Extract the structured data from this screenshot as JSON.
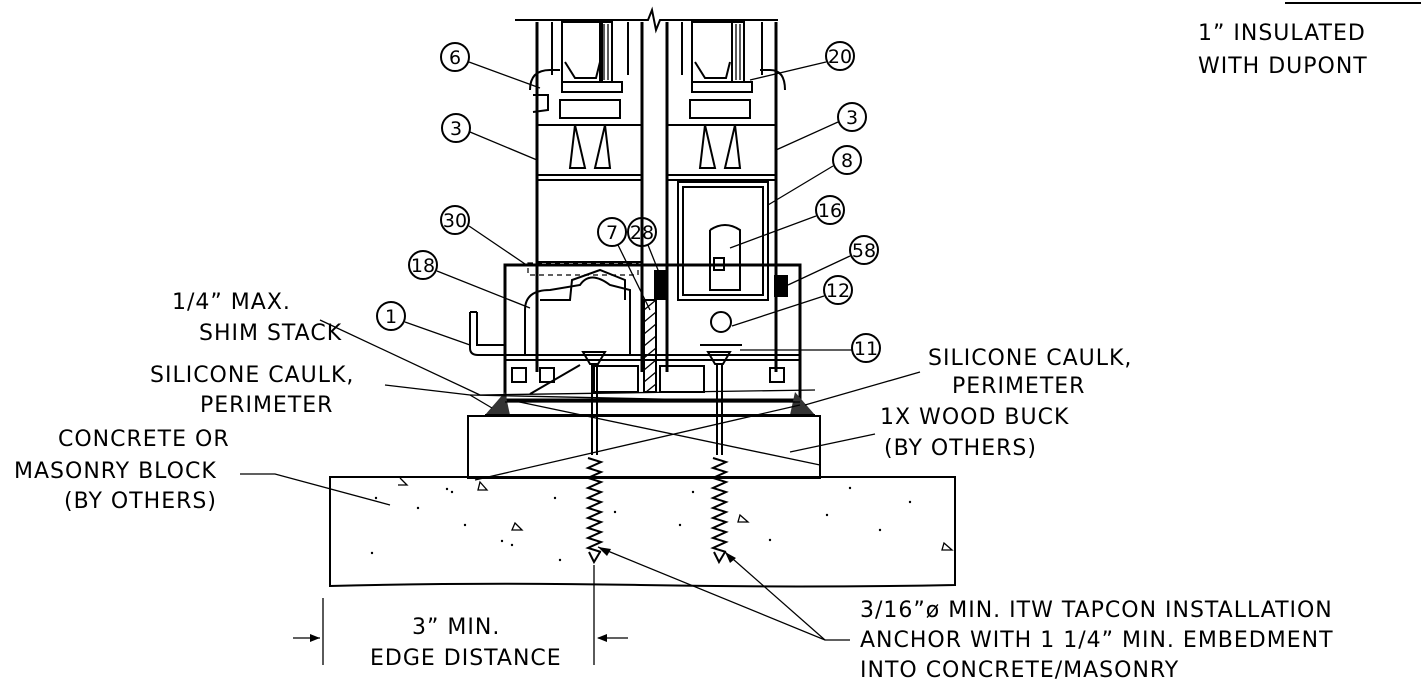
{
  "title_lines": [
    "1” INSULATED",
    "WITH DUPONT"
  ],
  "callouts": [
    "6",
    "20",
    "3",
    "3",
    "8",
    "16",
    "30",
    "7",
    "28",
    "58",
    "18",
    "12",
    "1",
    "11"
  ],
  "notes": {
    "shim": [
      "1/4” MAX.",
      "SHIM STACK"
    ],
    "caulk_left": [
      "SILICONE CAULK,",
      "PERIMETER"
    ],
    "caulk_right": [
      "SILICONE CAULK,",
      "PERIMETER"
    ],
    "buck": [
      "1X WOOD BUCK",
      "(BY OTHERS)"
    ],
    "concrete": [
      "CONCRETE OR",
      "MASONRY BLOCK",
      "(BY OTHERS)"
    ],
    "edge": [
      "3” MIN.",
      "EDGE DISTANCE"
    ],
    "anchor": [
      "3/16”ø MIN. ITW TAPCON INSTALLATION",
      "ANCHOR WITH 1 1/4” MIN. EMBEDMENT",
      "INTO CONCRETE/MASONRY"
    ]
  }
}
